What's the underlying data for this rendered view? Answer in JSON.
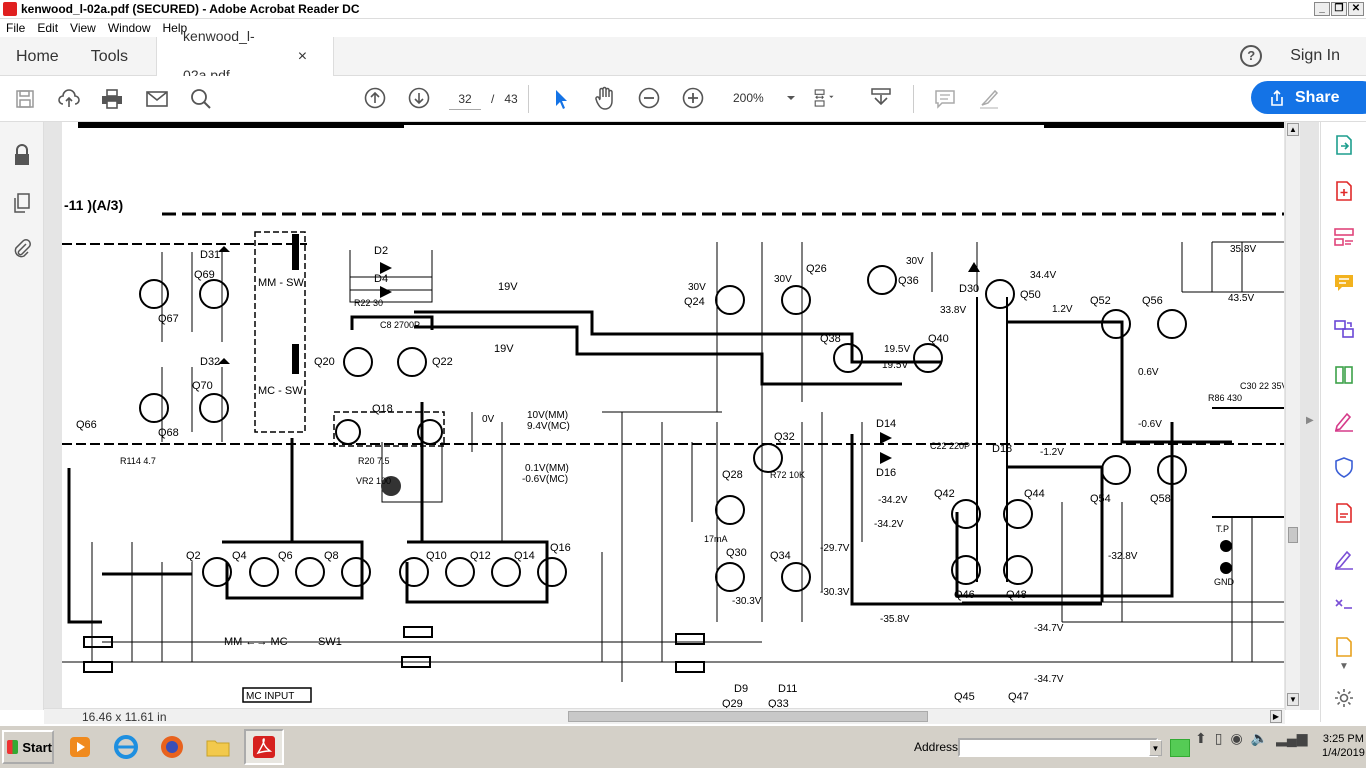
{
  "window": {
    "title": "kenwood_l-02a.pdf (SECURED) - Adobe Acrobat Reader DC",
    "minimize": "_",
    "restore": "❐",
    "close": "✕"
  },
  "menu": [
    "File",
    "Edit",
    "View",
    "Window",
    "Help"
  ],
  "tabs": {
    "home": "Home",
    "tools": "Tools",
    "document": "kenwood_l-02a.pdf...",
    "close": "×",
    "help": "?",
    "sign_in": "Sign In"
  },
  "toolbar": {
    "page_current": "32",
    "page_separator": "/",
    "page_total": "43",
    "zoom": "200%",
    "share": "Share"
  },
  "status": {
    "dimensions": "16.46 x 11.61 in"
  },
  "schematic": {
    "header": "-11 )(A/3)",
    "labels": [
      "MM - SW",
      "MC - SW",
      "Q20",
      "Q22",
      "Q18",
      "D2",
      "D4",
      "R22 30",
      "C8 2700P",
      "19V",
      "19V",
      "10V(MM)",
      "9.4V(MC)",
      "0.1V(MM)",
      "-0.6V(MC)",
      "Q24",
      "Q26",
      "Q36",
      "Q38",
      "Q40",
      "D30",
      "Q50",
      "Q52",
      "Q56",
      "Q54",
      "Q58",
      "Q28",
      "Q32",
      "Q30",
      "Q34",
      "Q42",
      "Q44",
      "Q46",
      "Q48",
      "D14",
      "D16",
      "D18",
      "C22 220P",
      "Q2",
      "Q4",
      "Q6",
      "Q8",
      "Q10",
      "Q12",
      "Q14",
      "Q16",
      "Q67",
      "Q69",
      "Q66",
      "Q68",
      "Q70",
      "D31",
      "D32",
      "MM ←→ MC",
      "SW1",
      "MC INPUT",
      "Q45",
      "Q47",
      "Q29",
      "Q33",
      "D9",
      "D11",
      "T.P",
      "GND",
      "35.8V",
      "43.5V",
      "34.4V",
      "33.8V",
      "30V",
      "30V",
      "30V",
      "1.2V",
      "-1.2V",
      "0.6V",
      "-0.6V",
      "0V",
      "-34.2V",
      "-34.2V",
      "-29.7V",
      "-30.3V",
      "-30.3V",
      "-35.8V",
      "-34.7V",
      "-34.7V",
      "-32.8V",
      "19.5V",
      "19.5V",
      "R86 430",
      "C30 22 35V",
      "R72 10K",
      "R114 4.7",
      "R20 7.5",
      "VR2 100",
      "17mA"
    ]
  },
  "taskbar": {
    "start": "Start",
    "address_label": "Address",
    "time": "3:25 PM",
    "date": "1/4/2019"
  }
}
